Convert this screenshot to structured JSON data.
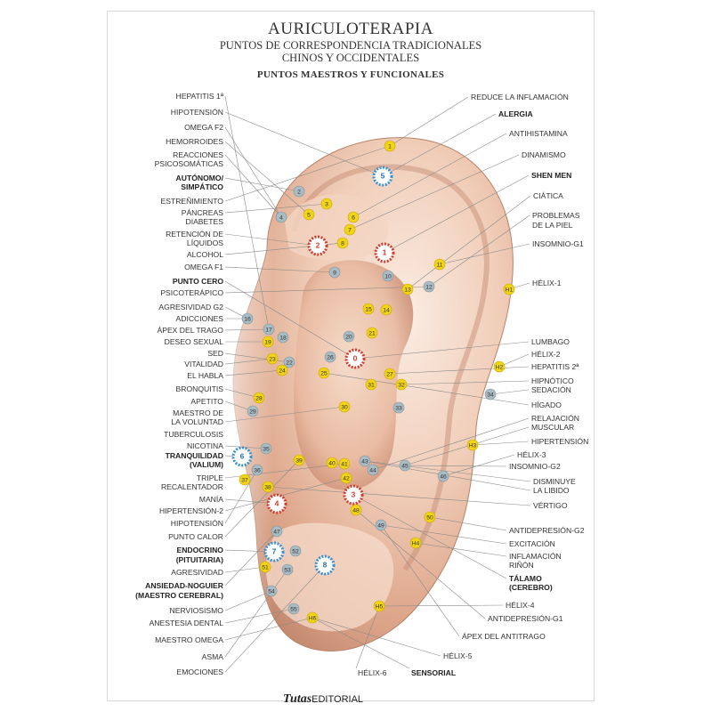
{
  "header": {
    "title": "AURICULOTERAPIA",
    "subtitle_line1": "PUNTOS DE CORRESPONDENCIA TRADICIONALES",
    "subtitle_line2": "CHINOS Y OCCIDENTALES",
    "section": "PUNTOS MAESTROS Y FUNCIONALES"
  },
  "publisher": {
    "brand": "Tutas",
    "suffix": "EDITORIAL"
  },
  "colors": {
    "yellow_point": "#f2d416",
    "gray_point": "#a9bcc4",
    "red_point": "#d23a2a",
    "blue_point": "#3a8fd0",
    "skin_light": "#f7e2d4",
    "skin_mid": "#e8b89e",
    "skin_dark": "#b77860",
    "leader_line": "#8a8a8a"
  },
  "left_labels": [
    {
      "text": "HEPATITIS 1ª",
      "bold": false
    },
    {
      "text": "HIPOTENSIÓN",
      "bold": false
    },
    {
      "text": "OMEGA F2",
      "bold": false
    },
    {
      "text": "HEMORROIDES",
      "bold": false
    },
    {
      "text": "REACCIONES",
      "bold": false
    },
    {
      "text": "PSICOSOMÁTICAS",
      "bold": false
    },
    {
      "text": "AUTÓNOMO/",
      "bold": true
    },
    {
      "text": "SIMPÁTICO",
      "bold": true
    },
    {
      "text": "ESTREÑIMIENTO",
      "bold": false
    },
    {
      "text": "PÁNCREAS",
      "bold": false
    },
    {
      "text": "DIABETES",
      "bold": false
    },
    {
      "text": "RETENCIÓN DE",
      "bold": false
    },
    {
      "text": "LÍQUIDOS",
      "bold": false
    },
    {
      "text": "ALCOHOL",
      "bold": false
    },
    {
      "text": "OMEGA F1",
      "bold": false
    },
    {
      "text": "PUNTO CERO",
      "bold": true
    },
    {
      "text": "PSICOTERÁPICO",
      "bold": false
    },
    {
      "text": "AGRESIVIDAD G2",
      "bold": false
    },
    {
      "text": "ADICCIONES",
      "bold": false
    },
    {
      "text": "ÁPEX DEL TRAGO",
      "bold": false
    },
    {
      "text": "DESEO SEXUAL",
      "bold": false
    },
    {
      "text": "SED",
      "bold": false
    },
    {
      "text": "VITALIDAD",
      "bold": false
    },
    {
      "text": "EL HABLA",
      "bold": false
    },
    {
      "text": "BRONQUITIS",
      "bold": false
    },
    {
      "text": "APETITO",
      "bold": false
    },
    {
      "text": "MAESTRO DE",
      "bold": false
    },
    {
      "text": "LA VOLUNTAD",
      "bold": false
    },
    {
      "text": "TUBERCULOSIS",
      "bold": false
    },
    {
      "text": "NICOTINA",
      "bold": false
    },
    {
      "text": "TRANQUILIDAD",
      "bold": true
    },
    {
      "text": "(VALIUM)",
      "bold": true
    },
    {
      "text": "TRIPLE",
      "bold": false
    },
    {
      "text": "RECALENTADOR",
      "bold": false
    },
    {
      "text": "MANÍA",
      "bold": false
    },
    {
      "text": "HIPERTENSIÓN-2",
      "bold": false
    },
    {
      "text": "HIPOTENSIÓN",
      "bold": false
    },
    {
      "text": "PUNTO CALOR",
      "bold": false
    },
    {
      "text": "ENDOCRINO",
      "bold": true
    },
    {
      "text": "(PITUITARIA)",
      "bold": true
    },
    {
      "text": "AGRESIVIDAD",
      "bold": false
    },
    {
      "text": "ANSIEDAD-NOGUIER",
      "bold": true
    },
    {
      "text": "(MAESTRO CEREBRAL)",
      "bold": true
    },
    {
      "text": "NERVIOSISMO",
      "bold": false
    },
    {
      "text": "ANESTESIA DENTAL",
      "bold": false
    },
    {
      "text": "MAESTRO OMEGA",
      "bold": false
    },
    {
      "text": "ASMA",
      "bold": false
    },
    {
      "text": "EMOCIONES",
      "bold": false
    }
  ],
  "right_labels": [
    {
      "text": "REDUCE LA INFLAMACIÓN",
      "bold": false
    },
    {
      "text": "ALERGIA",
      "bold": true
    },
    {
      "text": "ANTIHISTAMINA",
      "bold": false
    },
    {
      "text": "DINAMISMO",
      "bold": false
    },
    {
      "text": "SHEN MEN",
      "bold": true
    },
    {
      "text": "CIÁTICA",
      "bold": false
    },
    {
      "text": "PROBLEMAS",
      "bold": false
    },
    {
      "text": "DE LA PIEL",
      "bold": false
    },
    {
      "text": "INSOMNIO-G1",
      "bold": false
    },
    {
      "text": "HÉLIX-1",
      "bold": false
    },
    {
      "text": "LUMBAGO",
      "bold": false
    },
    {
      "text": "HÉLIX-2",
      "bold": false
    },
    {
      "text": "HEPATITIS 2ª",
      "bold": false
    },
    {
      "text": "HIPNÓTICO",
      "bold": false
    },
    {
      "text": "SEDACIÓN",
      "bold": false
    },
    {
      "text": "HÍGADO",
      "bold": false
    },
    {
      "text": "RELAJACIÓN",
      "bold": false
    },
    {
      "text": "MUSCULAR",
      "bold": false
    },
    {
      "text": "HIPERTENSIÓN",
      "bold": false
    },
    {
      "text": "HÉLIX-3",
      "bold": false
    },
    {
      "text": "INSOMNIO-G2",
      "bold": false
    },
    {
      "text": "DISMINUYE",
      "bold": false
    },
    {
      "text": "LA LIBIDO",
      "bold": false
    },
    {
      "text": "VÉRTIGO",
      "bold": false
    },
    {
      "text": "ANTIDEPRESIÓN-G2",
      "bold": false
    },
    {
      "text": "EXCITACIÓN",
      "bold": false
    },
    {
      "text": "INFLAMACIÓN",
      "bold": false
    },
    {
      "text": "RIÑÓN",
      "bold": false
    },
    {
      "text": "TÁLAMO",
      "bold": true
    },
    {
      "text": "(CEREBRO)",
      "bold": true
    },
    {
      "text": "HÉLIX-4",
      "bold": false
    },
    {
      "text": "ANTIDEPRESIÓN-G1",
      "bold": false
    },
    {
      "text": "ÁPEX DEL ANTITRAGO",
      "bold": false
    },
    {
      "text": "HÉLIX-5",
      "bold": false
    }
  ],
  "bottom_labels": [
    {
      "text": "HÉLIX-6",
      "bold": false
    },
    {
      "text": "SENSORIAL",
      "bold": true
    }
  ],
  "points": [
    {
      "label": "1",
      "kind": "yellow"
    },
    {
      "label": "5",
      "kind": "blue"
    },
    {
      "label": "2",
      "kind": "gray"
    },
    {
      "label": "3",
      "kind": "yellow"
    },
    {
      "label": "4",
      "kind": "gray"
    },
    {
      "label": "5",
      "kind": "yellow"
    },
    {
      "label": "6",
      "kind": "yellow"
    },
    {
      "label": "7",
      "kind": "yellow"
    },
    {
      "label": "8",
      "kind": "yellow"
    },
    {
      "label": "2",
      "kind": "red"
    },
    {
      "label": "1",
      "kind": "red"
    },
    {
      "label": "11",
      "kind": "yellow"
    },
    {
      "label": "9",
      "kind": "gray"
    },
    {
      "label": "10",
      "kind": "gray"
    },
    {
      "label": "13",
      "kind": "yellow"
    },
    {
      "label": "12",
      "kind": "gray"
    },
    {
      "label": "H1",
      "kind": "yellow"
    },
    {
      "label": "15",
      "kind": "yellow"
    },
    {
      "label": "14",
      "kind": "yellow"
    },
    {
      "label": "16",
      "kind": "gray"
    },
    {
      "label": "17",
      "kind": "gray"
    },
    {
      "label": "18",
      "kind": "gray"
    },
    {
      "label": "21",
      "kind": "yellow"
    },
    {
      "label": "20",
      "kind": "gray"
    },
    {
      "label": "19",
      "kind": "yellow"
    },
    {
      "label": "26",
      "kind": "gray"
    },
    {
      "label": "0",
      "kind": "red"
    },
    {
      "label": "23",
      "kind": "yellow"
    },
    {
      "label": "22",
      "kind": "gray"
    },
    {
      "label": "24",
      "kind": "yellow"
    },
    {
      "label": "25",
      "kind": "yellow"
    },
    {
      "label": "27",
      "kind": "yellow"
    },
    {
      "label": "H2",
      "kind": "yellow"
    },
    {
      "label": "31",
      "kind": "yellow"
    },
    {
      "label": "32",
      "kind": "yellow"
    },
    {
      "label": "34",
      "kind": "gray"
    },
    {
      "label": "28",
      "kind": "yellow"
    },
    {
      "label": "29",
      "kind": "gray"
    },
    {
      "label": "30",
      "kind": "yellow"
    },
    {
      "label": "33",
      "kind": "gray"
    },
    {
      "label": "H3",
      "kind": "yellow"
    },
    {
      "label": "35",
      "kind": "gray"
    },
    {
      "label": "6",
      "kind": "blue"
    },
    {
      "label": "39",
      "kind": "yellow"
    },
    {
      "label": "40",
      "kind": "yellow"
    },
    {
      "label": "41",
      "kind": "yellow"
    },
    {
      "label": "43",
      "kind": "gray"
    },
    {
      "label": "44",
      "kind": "gray"
    },
    {
      "label": "45",
      "kind": "gray"
    },
    {
      "label": "46",
      "kind": "gray"
    },
    {
      "label": "36",
      "kind": "gray"
    },
    {
      "label": "37",
      "kind": "yellow"
    },
    {
      "label": "42",
      "kind": "yellow"
    },
    {
      "label": "38",
      "kind": "yellow"
    },
    {
      "label": "3",
      "kind": "red"
    },
    {
      "label": "4",
      "kind": "red"
    },
    {
      "label": "48",
      "kind": "yellow"
    },
    {
      "label": "50",
      "kind": "yellow"
    },
    {
      "label": "49",
      "kind": "gray"
    },
    {
      "label": "47",
      "kind": "gray"
    },
    {
      "label": "7",
      "kind": "blue"
    },
    {
      "label": "52",
      "kind": "gray"
    },
    {
      "label": "H4",
      "kind": "yellow"
    },
    {
      "label": "51",
      "kind": "yellow"
    },
    {
      "label": "53",
      "kind": "gray"
    },
    {
      "label": "8",
      "kind": "blue"
    },
    {
      "label": "54",
      "kind": "gray"
    },
    {
      "label": "55",
      "kind": "gray"
    },
    {
      "label": "H5",
      "kind": "yellow"
    },
    {
      "label": "H6",
      "kind": "yellow"
    }
  ]
}
